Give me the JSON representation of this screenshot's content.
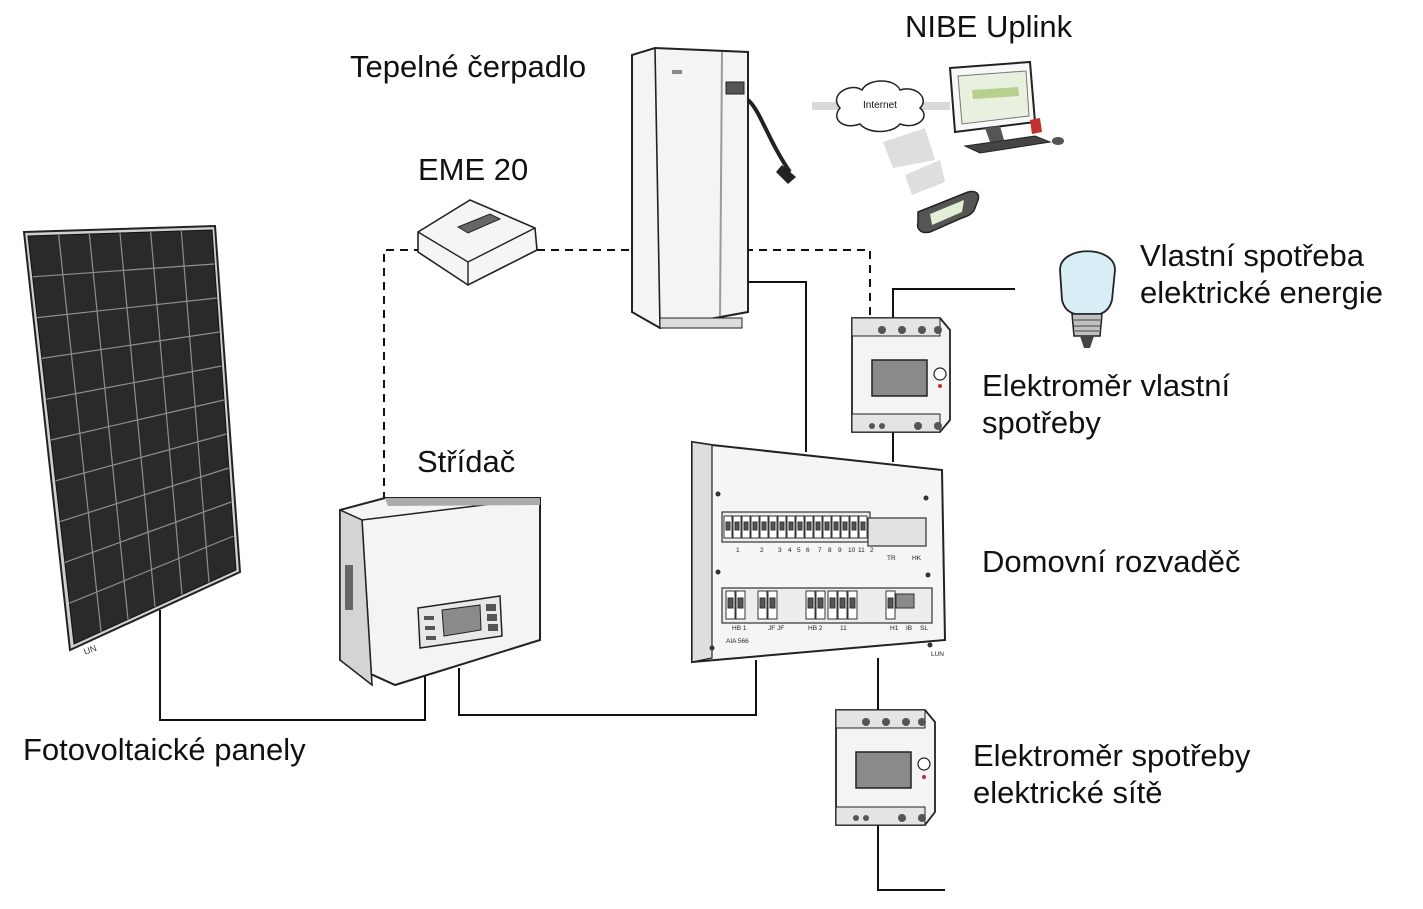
{
  "labels": {
    "heat_pump": "Tepelné čerpadlo",
    "nibe_uplink": "NIBE Uplink",
    "internet": "Internet",
    "eme20": "EME 20",
    "own_consumption": [
      "Vlastní spotřeba",
      "elektrické energie"
    ],
    "own_meter": [
      "Elektroměr vlastní",
      "spotřeby"
    ],
    "inverter": "Střídač",
    "distribution_board": "Domovní rozvaděč",
    "pv_panels": "Fotovoltaické panely",
    "grid_meter": [
      "Elektroměr spotřeby",
      "elektrické sítě"
    ]
  },
  "board_markings": {
    "row1_numbers": [
      "1",
      "2",
      "3",
      "4",
      "5",
      "6",
      "7",
      "8",
      "9",
      "10",
      "11",
      "2"
    ],
    "row1_tags": [
      "TR",
      "HK"
    ],
    "row2_tags": [
      "HB 1",
      "JF JF",
      "HB 2",
      "11",
      "H1",
      "IB",
      "SL"
    ],
    "model": "AIA 566",
    "sign": "LUN"
  },
  "panel_sign": "UN",
  "colors": {
    "line": "#111111",
    "panel_cell": "#3a3a3a",
    "panel_frame": "#222222",
    "device_body": "#f4f4f4",
    "device_shade": "#cfcfcf",
    "screen": "#8a8a8a",
    "bulb": "#d8eef6"
  }
}
